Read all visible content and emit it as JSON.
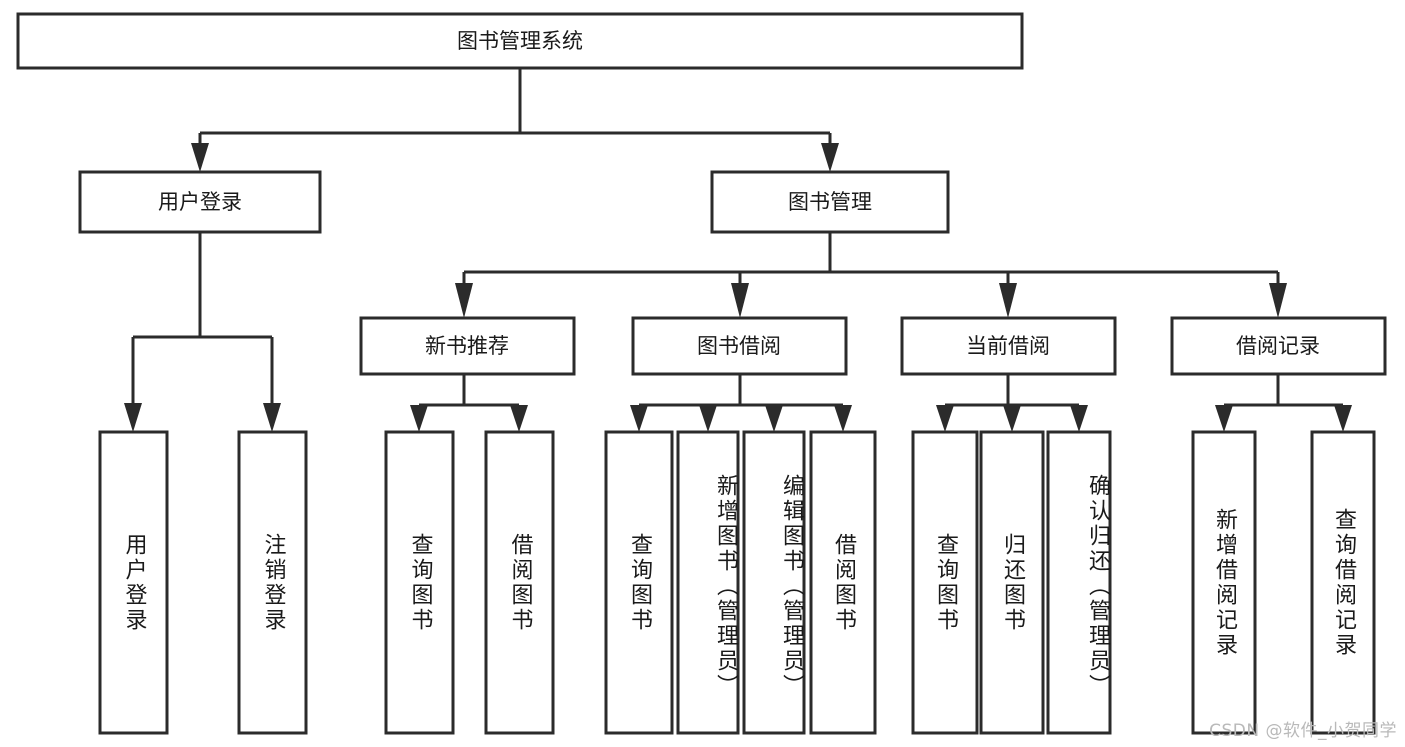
{
  "diagram": {
    "type": "tree-hierarchy",
    "title": "图书管理系统",
    "watermark": "CSDN @软件_小贺同学",
    "root": {
      "id": "root",
      "label": "图书管理系统",
      "orientation": "horizontal"
    },
    "level2": [
      {
        "id": "user-login",
        "label": "用户登录",
        "orientation": "horizontal"
      },
      {
        "id": "book-manage",
        "label": "图书管理",
        "orientation": "horizontal"
      }
    ],
    "level3": [
      {
        "id": "new-book-recommend",
        "label": "新书推荐",
        "parent": "book-manage",
        "orientation": "horizontal"
      },
      {
        "id": "book-borrow",
        "label": "图书借阅",
        "parent": "book-manage",
        "orientation": "horizontal"
      },
      {
        "id": "current-borrow",
        "label": "当前借阅",
        "parent": "book-manage",
        "orientation": "horizontal"
      },
      {
        "id": "borrow-record",
        "label": "借阅记录",
        "parent": "book-manage",
        "orientation": "horizontal"
      }
    ],
    "leaves": [
      {
        "id": "leaf-user-login",
        "label": "用户登录",
        "parent": "user-login",
        "orientation": "vertical"
      },
      {
        "id": "leaf-logout-login",
        "label": "注销登录",
        "parent": "user-login",
        "orientation": "vertical"
      },
      {
        "id": "leaf-query-book-rec",
        "label": "查询图书",
        "parent": "new-book-recommend",
        "orientation": "vertical"
      },
      {
        "id": "leaf-borrow-book-rec",
        "label": "借阅图书",
        "parent": "new-book-recommend",
        "orientation": "vertical"
      },
      {
        "id": "leaf-query-book-borrow",
        "label": "查询图书",
        "parent": "book-borrow",
        "orientation": "vertical"
      },
      {
        "id": "leaf-add-book-admin",
        "label": "新增图书（管理员）",
        "parent": "book-borrow",
        "orientation": "vertical"
      },
      {
        "id": "leaf-edit-book-admin",
        "label": "编辑图书（管理员）",
        "parent": "book-borrow",
        "orientation": "vertical"
      },
      {
        "id": "leaf-borrow-book",
        "label": "借阅图书",
        "parent": "book-borrow",
        "orientation": "vertical"
      },
      {
        "id": "leaf-query-book-current",
        "label": "查询图书",
        "parent": "current-borrow",
        "orientation": "vertical"
      },
      {
        "id": "leaf-return-book",
        "label": "归还图书",
        "parent": "current-borrow",
        "orientation": "vertical"
      },
      {
        "id": "leaf-confirm-return-admin",
        "label": "确认归还（管理员）",
        "parent": "current-borrow",
        "orientation": "vertical"
      },
      {
        "id": "leaf-add-borrow-record",
        "label": "新增借阅记录",
        "parent": "borrow-record",
        "orientation": "vertical"
      },
      {
        "id": "leaf-query-borrow-record",
        "label": "查询借阅记录",
        "parent": "borrow-record",
        "orientation": "vertical"
      }
    ],
    "colors": {
      "stroke": "#2b2b2b",
      "fill": "#ffffff",
      "text": "#1a1a1a",
      "watermark": "#b9b9b9"
    }
  }
}
